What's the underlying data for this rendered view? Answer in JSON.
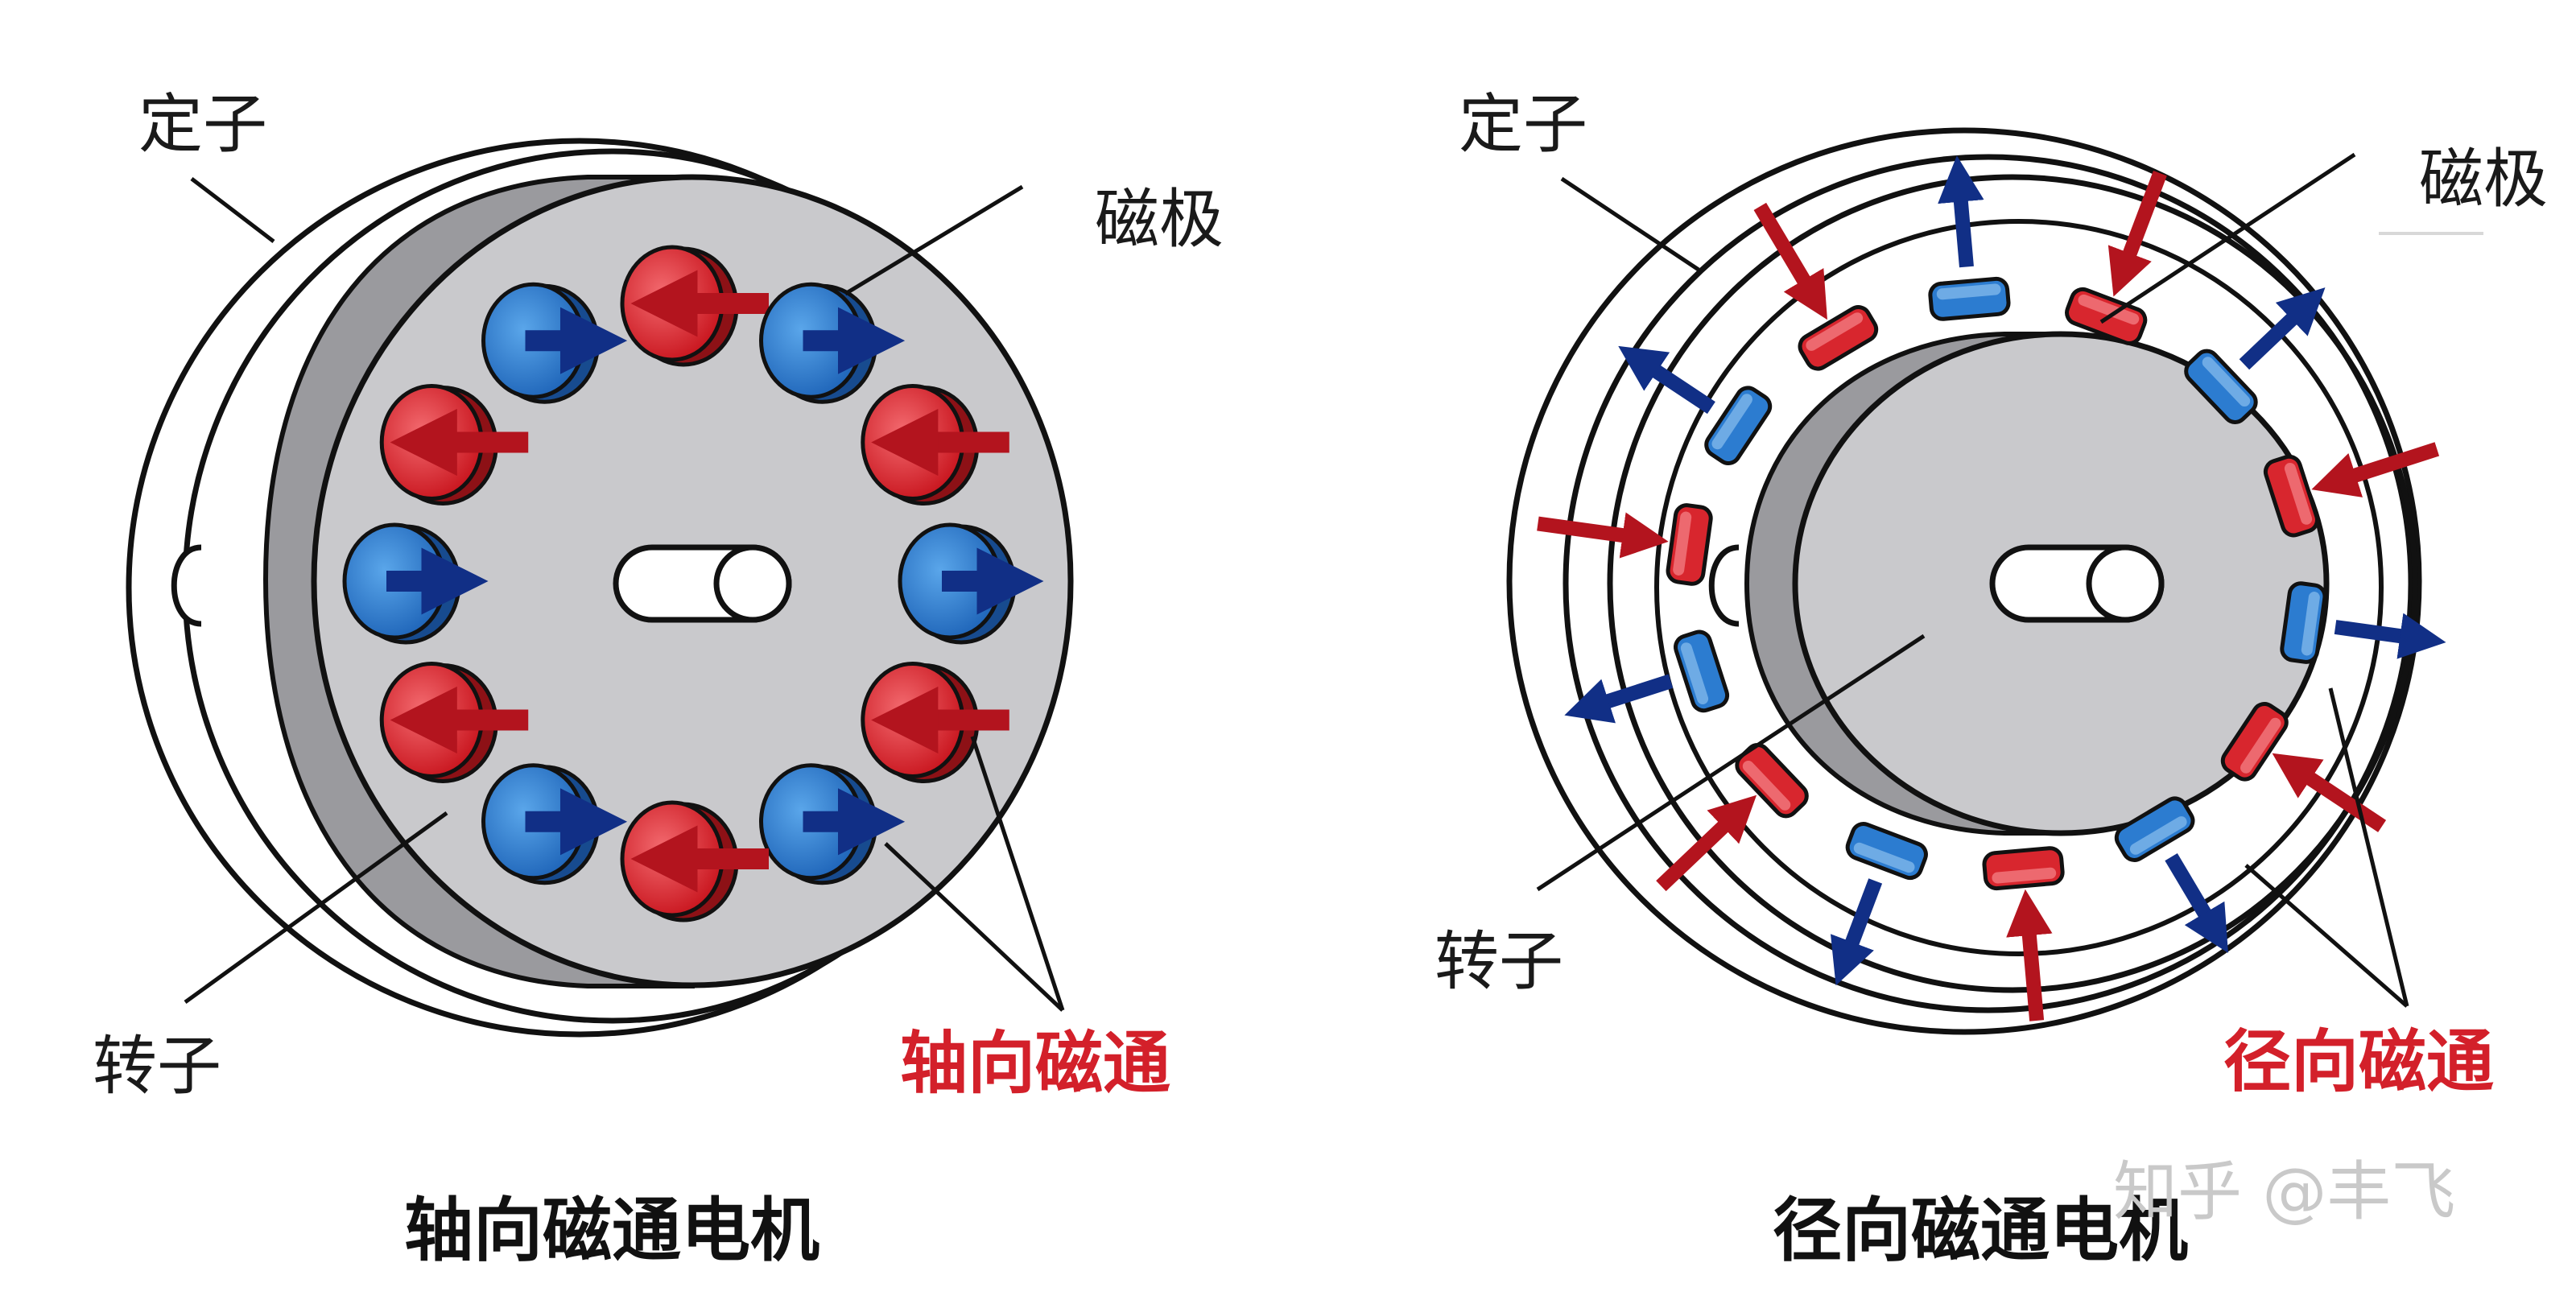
{
  "axial": {
    "stator_label": "定子",
    "pole_label": "磁极",
    "rotor_label": "转子",
    "flux_label": "轴向磁通",
    "caption": "轴向磁通电机"
  },
  "radial": {
    "stator_label": "定子",
    "pole_label": "磁极",
    "rotor_label": "转子",
    "flux_label": "径向磁通",
    "caption": "径向磁通电机"
  },
  "watermark": "知乎 @丰飞",
  "colors": {
    "north": "#d8262e",
    "south": "#2c7cd0",
    "north_arrow": "#b3141e",
    "south_arrow": "#112f86",
    "rotor_fill": "#c9c9cc",
    "outline": "#111111",
    "flux_label": "#d3202a"
  }
}
